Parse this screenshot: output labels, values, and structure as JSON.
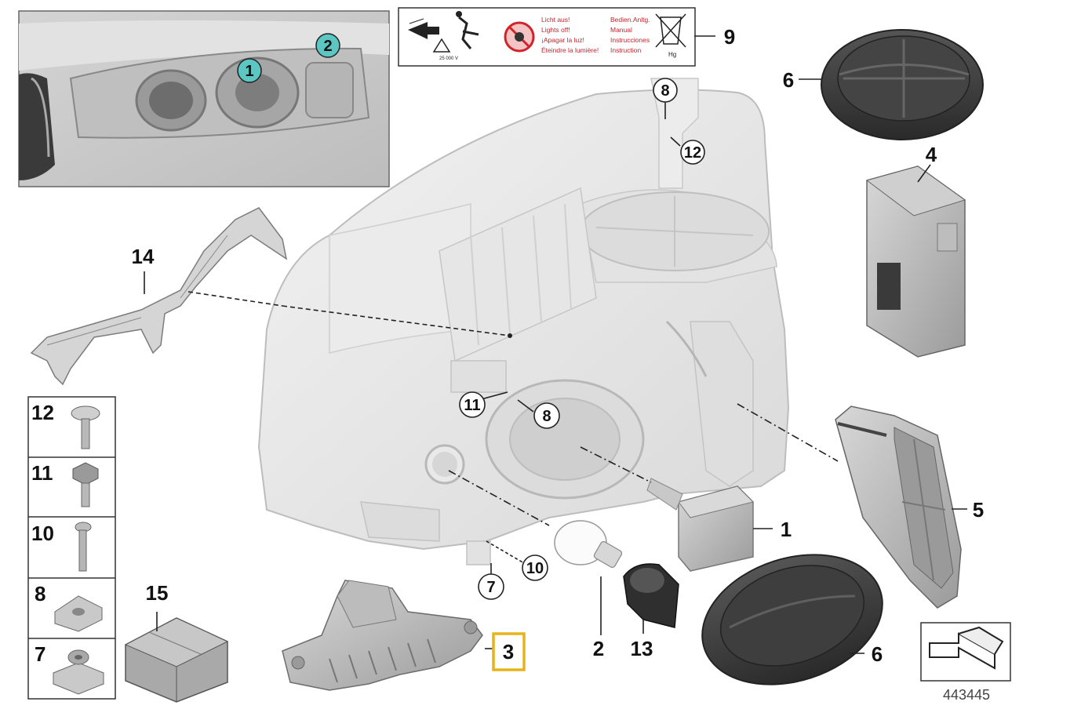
{
  "diagram_id": "443445",
  "warning_label": {
    "lines_left": [
      "Licht aus!",
      "Lights off!",
      "¡Apagar la luz!",
      "Éteindre la lumière!"
    ],
    "lines_right": [
      "Bedien.Anltg.",
      "Manual",
      "Instrucciones",
      "Instruction"
    ],
    "voltage": "25 000 V",
    "hg": "Hg"
  },
  "inset_callouts": [
    "1",
    "2"
  ],
  "callouts": {
    "c1": "1",
    "c2": "2",
    "c3": "3",
    "c4": "4",
    "c5": "5",
    "c6a": "6",
    "c6b": "6",
    "c7": "7",
    "c8": "8",
    "c8b": "8",
    "c9": "9",
    "c10": "10",
    "c11": "11",
    "c12": "12",
    "c13": "13",
    "c14": "14",
    "c15": "15"
  },
  "fastener_panel": [
    "12",
    "11",
    "10",
    "8",
    "7"
  ],
  "highlight_color": "#e8b21a",
  "inset_callout_color": "#5cc6c2"
}
